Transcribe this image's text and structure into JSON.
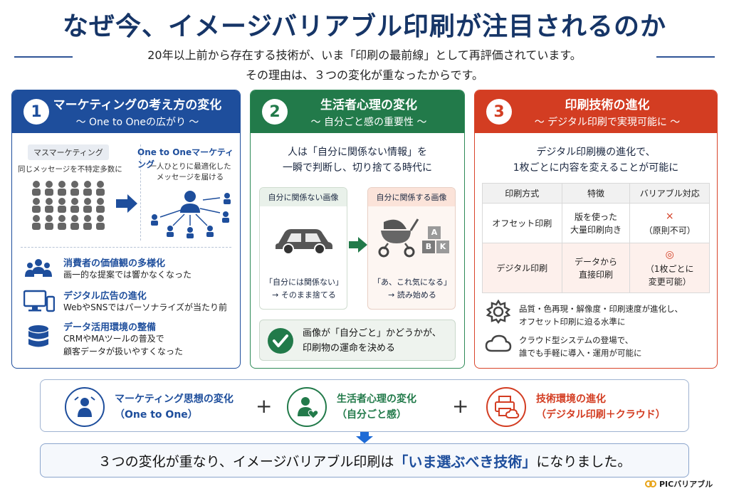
{
  "title": "なぜ今、イメージバリアブル印刷が注目されるのか",
  "subtitle_1": "20年以上前から存在する技術が、いま「印刷の最前線」として再評価されています。",
  "subtitle_2": "その理由は、３つの変化が重なったからです。",
  "card1": {
    "number": "1",
    "title": "マーケティングの考え方の変化",
    "subtitle": "〜 One to Oneの広がり 〜",
    "mass_label": "マスマーケティング",
    "mass_desc": "同じメッセージを不特定多数に",
    "oto_label": "One to Oneマーケティング",
    "oto_desc_1": "一人ひとりに最適化した",
    "oto_desc_2": "メッセージを届ける",
    "features": [
      {
        "title": "消費者の価値観の多様化",
        "desc_1": "画一的な提案では響かなくなった",
        "desc_2": ""
      },
      {
        "title": "デジタル広告の進化",
        "desc_1": "WebやSNSではパーソナライズが当たり前",
        "desc_2": ""
      },
      {
        "title": "データ活用環境の整備",
        "desc_1": "CRMやMAツールの普及で",
        "desc_2": "顧客データが扱いやすくなった"
      }
    ]
  },
  "card2": {
    "number": "2",
    "title": "生活者心理の変化",
    "subtitle": "〜 自分ごと感の重要性 〜",
    "lead_1": "人は「自分に関係ない情報」を",
    "lead_2": "一瞬で判断し、切り捨てる時代に",
    "left_header": "自分に関係ない画像",
    "left_text_1": "「自分には関係ない」",
    "left_text_2": "→ そのまま捨てる",
    "right_header": "自分に関係する画像",
    "right_text_1": "「あ、これ気になる」",
    "right_text_2": "→ 読み始める",
    "blocks": [
      "A",
      "B",
      "K"
    ],
    "bottom_1": "画像が「自分ごと」かどうかが、",
    "bottom_2": "印刷物の運命を決める"
  },
  "card3": {
    "number": "3",
    "title": "印刷技術の進化",
    "subtitle": "〜 デジタル印刷で実現可能に 〜",
    "lead_1": "デジタル印刷機の進化で、",
    "lead_2": "1枚ごとに内容を変えることが可能に",
    "table_headers": [
      "印刷方式",
      "特徴",
      "バリアブル対応"
    ],
    "rows": [
      {
        "method": "オフセット印刷",
        "feature_1": "版を使った",
        "feature_2": "大量印刷向き",
        "mark": "×",
        "note_1": "（原則不可）",
        "note_2": ""
      },
      {
        "method": "デジタル印刷",
        "feature_1": "データから",
        "feature_2": "直接印刷",
        "mark": "◎",
        "note_1": "（1枚ごとに",
        "note_2": "変更可能）"
      }
    ],
    "notes": [
      {
        "line_1": "品質・色再現・解像度・印刷速度が進化し、",
        "line_2": "オフセット印刷に迫る水準に"
      },
      {
        "line_1": "クラウド型システムの登場で、",
        "line_2": "誰でも手軽に導入・運用が可能に"
      }
    ]
  },
  "summary": [
    {
      "line_1": "マーケティング思想の変化",
      "line_2": "（One to One）",
      "color": "#1e4e9c"
    },
    {
      "line_1": "生活者心理の変化",
      "line_2": "（自分ごと感）",
      "color": "#227a4a"
    },
    {
      "line_1": "技術環境の進化",
      "line_2": "（デジタル印刷＋クラウド）",
      "color": "#d33d22"
    }
  ],
  "plus": "+",
  "conclusion_pre": "３つの変化が重なり、イメージバリアブル印刷は",
  "conclusion_hl": "「いま選ぶべき技術」",
  "conclusion_post": "になりました。",
  "logo": "PICバリアブル"
}
